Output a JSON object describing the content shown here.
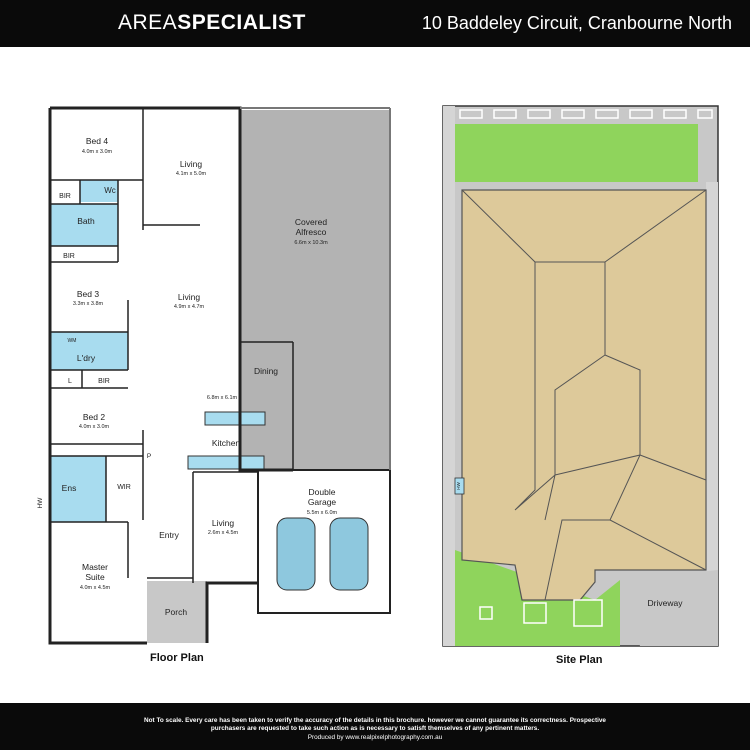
{
  "header": {
    "brand_light": "AREA",
    "brand_bold": "SPECIALIST",
    "address": "10 Baddeley Circuit, Cranbourne North"
  },
  "floor_plan": {
    "caption": "Floor Plan",
    "rooms": {
      "bed4": {
        "name": "Bed 4",
        "size": "4.0m x 3.0m"
      },
      "living1": {
        "name": "Living",
        "size": "4.1m x 5.0m"
      },
      "alfresco_l1": "Covered",
      "alfresco_l2": "Alfresco",
      "alfresco_size": "6.6m x 10.3m",
      "bir": "BIR",
      "wc": "Wc",
      "bath": "Bath",
      "bed3": {
        "name": "Bed 3",
        "size": "3.3m x 3.8m"
      },
      "living2": {
        "name": "Living",
        "size": "4.9m x 4.7m"
      },
      "wm": "WM",
      "laundry": "L'dry",
      "linen": "L",
      "dining": "Dining",
      "kitchen_size": "6.8m x 6.1m",
      "kitchen": "Kitchen",
      "bed2": {
        "name": "Bed 2",
        "size": "4.0m x 3.0m"
      },
      "pantry": "P",
      "ens": "Ens",
      "wir": "WIR",
      "hw": "HW",
      "garage_l1": "Double",
      "garage_l2": "Garage",
      "garage_size": "5.5m x 6.0m",
      "entry": "Entry",
      "living3": {
        "name": "Living",
        "size": "2.6m x 4.5m"
      },
      "master_l1": "Master",
      "master_l2": "Suite",
      "master_size": "4.0m x 4.5m",
      "porch": "Porch"
    }
  },
  "site_plan": {
    "caption": "Site Plan",
    "driveway": "Driveway",
    "hw": "HW"
  },
  "footer": {
    "line1": "Not To scale. Every care has been taken to verify the accuracy of the details in this brochure. however we cannot guarantee its correctness. Prospective",
    "line2": "purchasers are requested to take such action as is necessary to satisft themselves of any pertinent matters.",
    "line3": "Produced by www.realpixelphotography.com.au"
  },
  "colors": {
    "header_bg": "#0a0a0a",
    "alfresco": "#b3b3b3",
    "wet_area": "#a8dcef",
    "grass": "#8fd45c",
    "roof": "#ddc99a",
    "paving": "#c8c8c8"
  }
}
